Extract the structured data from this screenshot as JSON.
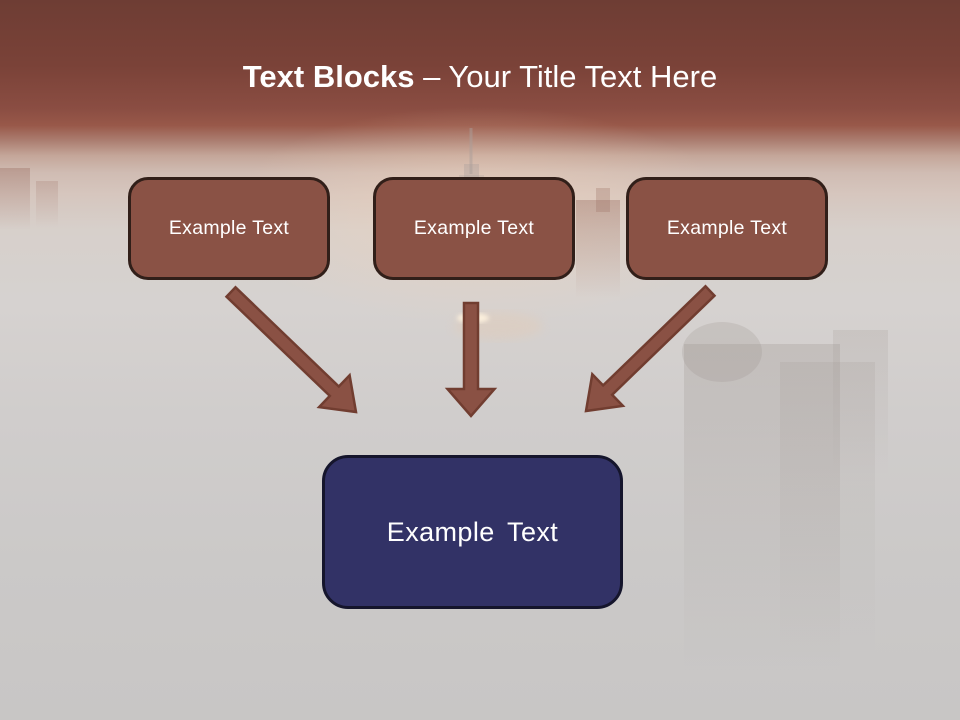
{
  "title": {
    "bold": "Text Blocks",
    "rest": "– Your Title Text Here"
  },
  "boxes": {
    "top": [
      {
        "label": "Example Text"
      },
      {
        "label": "Example Text"
      },
      {
        "label": "Example Text"
      }
    ],
    "center": {
      "label": "Example Text"
    }
  },
  "icons": {
    "left_arrow": "arrow-down-right-icon",
    "middle_arrow": "arrow-down-icon",
    "right_arrow": "arrow-down-left-icon"
  },
  "colors": {
    "header_top": "#6e3d34",
    "header_mid": "#985849",
    "haze": "#d6c6be",
    "fog": "#d6d2d0",
    "fog_bottom": "#c8c6c5",
    "glow": "#f0d3bc",
    "box_fill": "#8a5245",
    "box_border": "#311f19",
    "box_text": "#ffffff",
    "arrow_fill": "#8a5144",
    "arrow_stroke": "#713d30",
    "center_fill": "#323266",
    "center_border": "#15152c",
    "title_text": "#ffffff"
  }
}
